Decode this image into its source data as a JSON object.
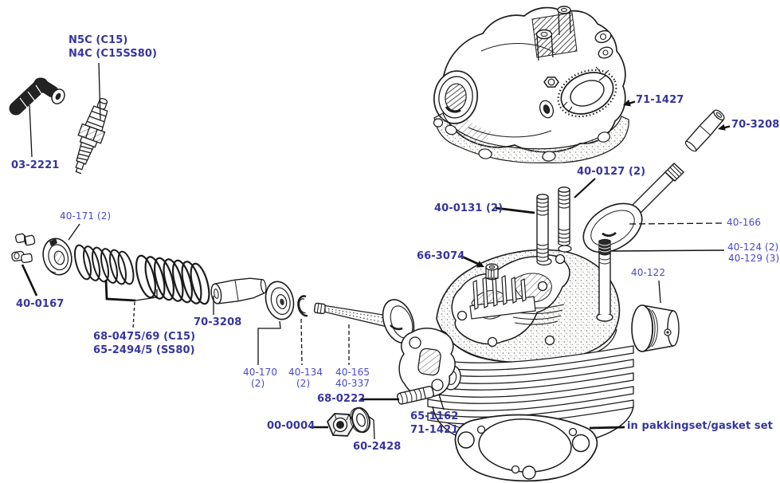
{
  "colors": {
    "background": "#ffffff",
    "ink": "#1c1c1c",
    "leader": "#111111",
    "label_bold": "#35359e",
    "label_regular": "#4848cc"
  },
  "labels": {
    "spark_plug_line1": "N5C (C15)",
    "spark_plug_line2": "N4C (C15SS80)",
    "plug_cap": "03-2221",
    "spring_cup": "40-171 (2)",
    "valve_collets": "40-0167",
    "valve_springs_line1": "68-0475/69  (C15)",
    "valve_springs_line2": "65-2494/5  (SS80)",
    "valve_guide_left": "70-3208",
    "spring_collar_line1": "40-170",
    "spring_collar_line2": "(2)",
    "collet_ring_line1": "40-134",
    "collet_ring_line2": "(2)",
    "inlet_valve_line1": "40-165",
    "inlet_valve_line2": "40-337",
    "exhaust_stud": "68-0222",
    "nut": "00-0004",
    "washer": "60-2428",
    "exhaust_flange_line1": "65-1162",
    "exhaust_flange_line2": "71-1421",
    "rocker_bush": "66-3074",
    "cover_studs_short": "40-0131 (2)",
    "cover_studs_long": "40-0127 (2)",
    "rocker_cover": "71-1427",
    "valve_guide_right": "70-3208",
    "exhaust_valve": "40-166",
    "head_studs_line1": "40-124 (2)",
    "head_studs_line2": "40-129 (3)",
    "inspection_cap": "40-122",
    "head_gasket_note": "in pakkingset/gasket set"
  }
}
